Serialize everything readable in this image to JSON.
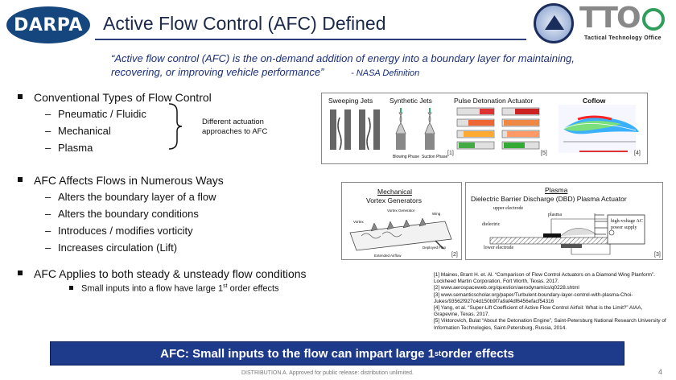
{
  "header": {
    "logo_text": "DARPA",
    "title": "Active Flow Control (AFC) Defined",
    "tto_letters": "TTO",
    "tto_caption": "Tactical Technology Office"
  },
  "quote": {
    "text": "“Active flow control (AFC) is the on-demand addition of energy into a boundary layer for maintaining, recovering, or improving vehicle performance”",
    "source": "- NASA Definition"
  },
  "bullets": [
    {
      "text": "Conventional Types of Flow Control",
      "items": [
        "Pneumatic / Fluidic",
        "Mechanical",
        "Plasma"
      ],
      "brace_note": "Different actuation approaches to AFC"
    },
    {
      "text": "AFC Affects Flows in Numerous Ways",
      "items": [
        "Alters the boundary layer of a flow",
        "Alters the boundary conditions",
        "Introduces / modifies vorticity",
        "Increases circulation (Lift)"
      ]
    },
    {
      "text": "AFC Applies to both steady & unsteady flow conditions",
      "sub_text": "Small inputs into a flow have large 1",
      "sub_sup": "st",
      "sub_tail": " order effects"
    }
  ],
  "figures": {
    "top": {
      "labels": [
        "Sweeping Jets",
        "Synthetic Jets",
        "Pulse Detonation Actuator",
        "Coflow"
      ],
      "small_labels": [
        "Blowing Phase",
        "Suction Phase"
      ],
      "refs": [
        "[1]",
        "[5]",
        "[4]"
      ]
    },
    "mechanical": {
      "title": "Mechanical",
      "subtitle": "Vortex Generators",
      "small_labels": [
        "Vortex Generator",
        "Wing",
        "Vortex",
        "Extended Airflow",
        "Deployed Flap"
      ],
      "ref": "[2]"
    },
    "plasma": {
      "title": "Plasma",
      "subtitle": "Dielectric Barrier Discharge (DBD) Plasma Actuator",
      "small_labels": [
        "upper electrode",
        "plasma",
        "dielectric",
        "lower electrode",
        "high-voltage AC power supply"
      ],
      "ref": "[3]"
    }
  },
  "references": [
    "[1] Maines, Brant H. et. Al. “Comparison of Flow Control Actuators on a Diamond Wing Planform”. Lockheed Martin Corporation, Fort Worth, Texas. 2017.",
    "[2] www.aerospaceweb.org/question/aerodynamics/q0228.shtml",
    "[3] www.semanticscholar.org/paper/Turbulent-boundary-layer-control-with-plasma-Choi-Jukes/93562f927c4d150b9f7a9af4df6456efacf54316",
    "[4] Yang, et al. “Super-Lift Coefficient of Active Flow Control Airfoil: What is the Limit?” AIAA, Grapevine, Texas. 2017.",
    "[5] Viktorovich, Bulat “About the Detonation Engine”, Saint-Petersburg National Research University of Information Technologies, Saint-Petersburg, Russia, 2014."
  ],
  "banner": {
    "text": "AFC: Small inputs to the flow can impart large 1",
    "sup": "st",
    "tail": " order effects"
  },
  "footer": {
    "distribution": "DISTRIBUTION A. Approved for public release: distribution unlimited.",
    "page_number": "4"
  },
  "colors": {
    "darpa_blue": "#16467e",
    "quote_blue": "#1a2f7a",
    "banner_blue": "#1e3a8a",
    "tto_green": "#2f9e5a"
  }
}
